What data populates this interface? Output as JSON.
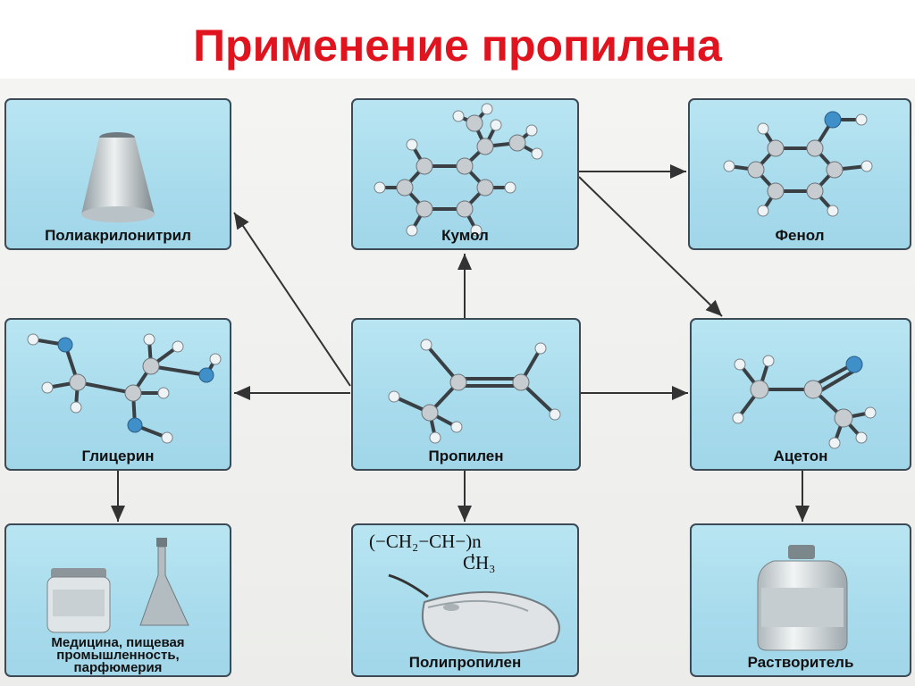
{
  "title": "Применение пропилена",
  "nodes": {
    "polyacrylonitrile": "Полиакрилонитрил",
    "cumene": "Кумол",
    "phenol": "Фенол",
    "glycerin": "Глицерин",
    "propylene": "Пропилен",
    "acetone": "Ацетон",
    "medicine": [
      "Медицина, пищевая",
      "промышленность,",
      "парфюмерия"
    ],
    "polypropylene": "Полипропилен",
    "solvent": "Растворитель"
  },
  "polypropylene_formula": {
    "line1": "(−CH₂−CH−)n",
    "line2": "CH₃"
  },
  "colors": {
    "title": "#e0141e",
    "box_fill": "#a7dbec",
    "box_border": "#3b4a55",
    "arrow": "#333333"
  },
  "icons": [
    "yarn-spool-icon",
    "jar-icon",
    "flask-icon",
    "computer-mouse-icon",
    "solvent-bottle-icon"
  ]
}
